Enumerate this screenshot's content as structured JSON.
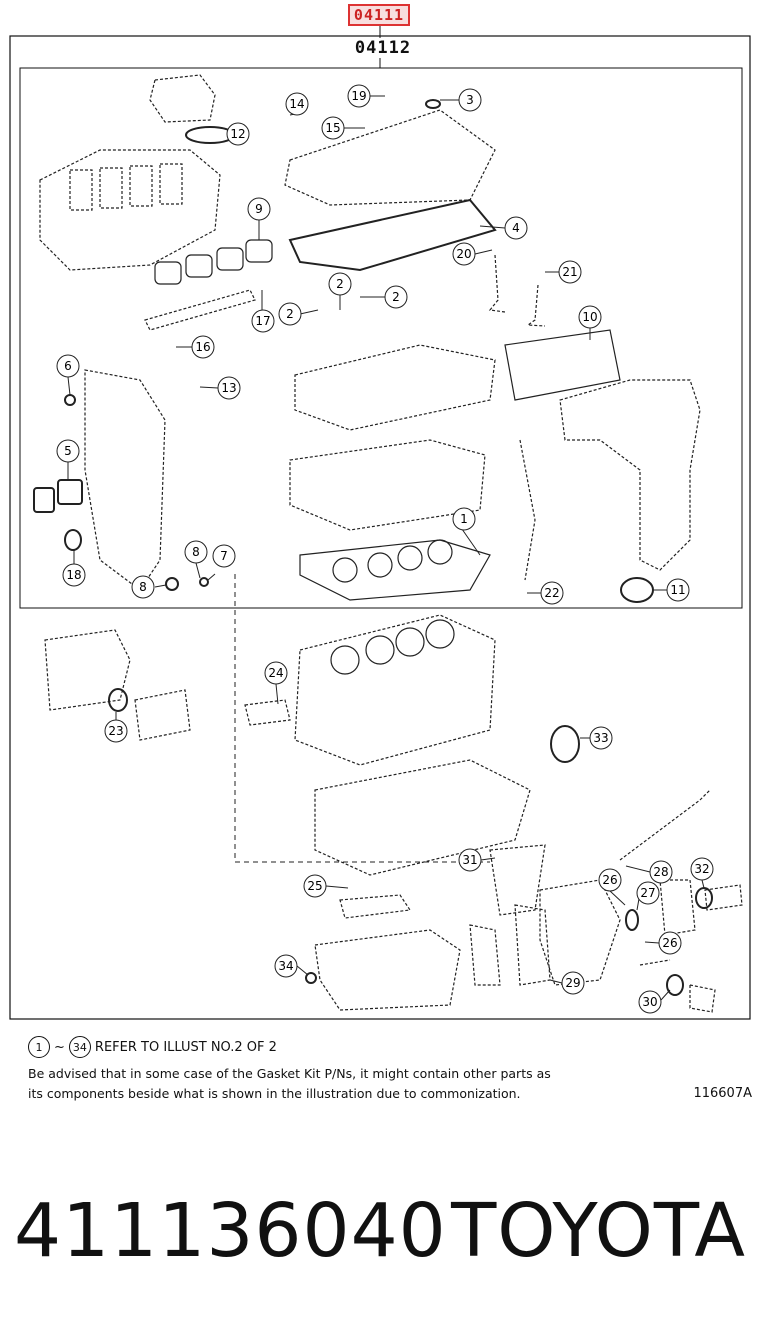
{
  "header": {
    "ref_top": "04111",
    "ref_sub": "04112"
  },
  "callouts": [
    "1",
    "2",
    "3",
    "4",
    "5",
    "6",
    "7",
    "8",
    "9",
    "10",
    "11",
    "12",
    "13",
    "14",
    "15",
    "16",
    "17",
    "18",
    "19",
    "20",
    "21",
    "22",
    "23",
    "24",
    "25",
    "26",
    "27",
    "28",
    "29",
    "30",
    "31",
    "32",
    "33",
    "34"
  ],
  "note": {
    "range_start": "1",
    "range_sep": "~",
    "range_end": "34",
    "text": "REFER TO ILLUST NO.2 OF 2"
  },
  "advice": {
    "line1": "Be advised that in some case of the Gasket Kit P/Ns,  it might contain other parts as",
    "line2": "its components beside what is shown in the illustration due to commonization."
  },
  "illustration_code": "116607A",
  "footer": {
    "part_number": "411136040",
    "brand": "TOYOTA"
  }
}
